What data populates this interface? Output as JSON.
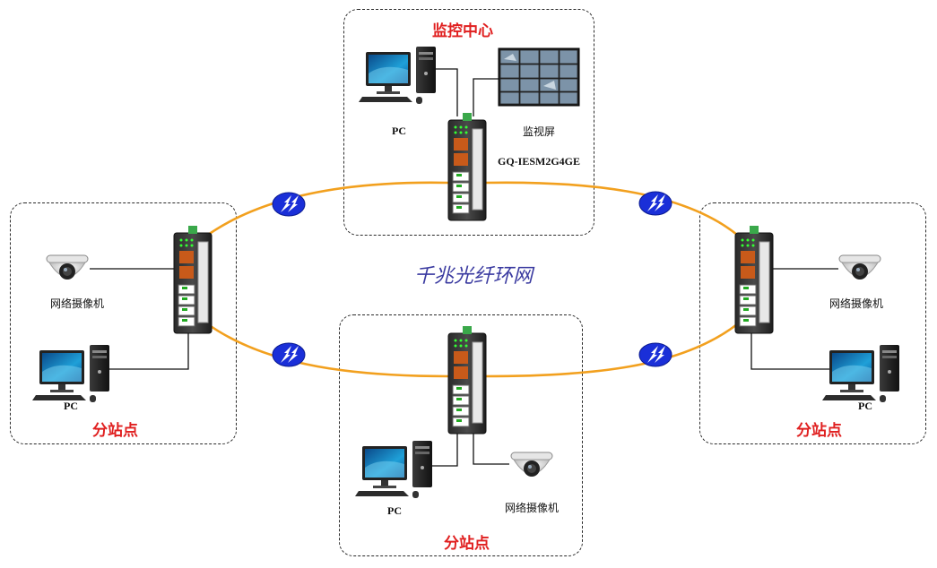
{
  "center": {
    "title": "监控中心",
    "pc_label": "PC",
    "screen_label": "监视屏",
    "model": "GQ-IESM2G4GE"
  },
  "ring_label": "千兆光纤环网",
  "left": {
    "title": "分站点",
    "camera_label": "网络摄像机",
    "pc_label": "PC"
  },
  "right": {
    "title": "分站点",
    "camera_label": "网络摄像机",
    "pc_label": "PC"
  },
  "bottom": {
    "title": "分站点",
    "camera_label": "网络摄像机",
    "pc_label": "PC"
  },
  "colors": {
    "ring": "#f2a01e",
    "title_red": "#e02020",
    "ring_text": "#3a3aa0",
    "fiber_badge": "#1a2fd8"
  },
  "icons": [
    "switch-icon",
    "pc-icon",
    "camera-icon",
    "monitor-wall-icon",
    "fiber-link-icon"
  ]
}
